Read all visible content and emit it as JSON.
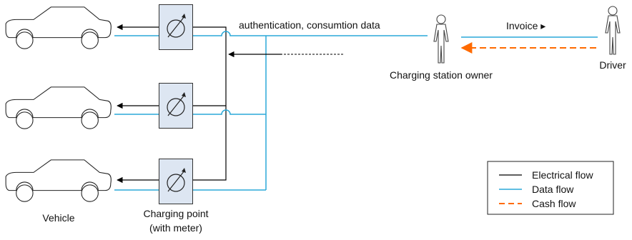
{
  "labels": {
    "top_flow": "authentication, consumtion data",
    "invoice": "Invoice ▸",
    "owner": "Charging station owner",
    "driver": "Driver",
    "vehicle": "Vehicle",
    "charging_point_line1": "Charging point",
    "charging_point_line2": "(with meter)"
  },
  "legend": {
    "items": [
      {
        "label": "Electrical flow",
        "style": "solid",
        "color": "#000000"
      },
      {
        "label": "Data flow",
        "style": "solid",
        "color": "#2aa9d8"
      },
      {
        "label": "Cash flow",
        "style": "dashed",
        "color": "#ff6a00"
      }
    ]
  },
  "colors": {
    "electrical": "#000000",
    "data": "#2aa9d8",
    "cash": "#ff6a00",
    "meter_fill": "#dde6f2",
    "person": "#444444"
  },
  "icons": [
    "car-icon",
    "meter-icon",
    "person-icon"
  ]
}
